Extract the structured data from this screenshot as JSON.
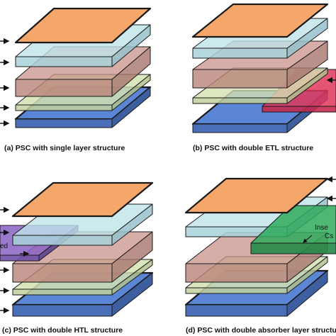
{
  "panels": [
    {
      "id": "a",
      "caption": "(a) PSC with single layer structure"
    },
    {
      "id": "b",
      "caption": "(b) PSC with double ETL structure",
      "inset_label": ""
    },
    {
      "id": "c",
      "caption": "(c) PSC with double HTL structure",
      "inset_label": "ed"
    },
    {
      "id": "d",
      "caption": "(d) PSC with double absorber layer structu",
      "inset_label_line1": "Inse",
      "inset_label_line2": "Cs"
    }
  ],
  "colors": {
    "electrode_top": "#f5a66b",
    "htl": "#bfe3ea",
    "perovskite": "#c99389",
    "etl": "#d4e2b3",
    "substrate": "#5b86d6",
    "inset_b": "#e0375a",
    "inset_c": "#8a63c6",
    "inset_d": "#2faa5c",
    "arrow": "#111111"
  }
}
